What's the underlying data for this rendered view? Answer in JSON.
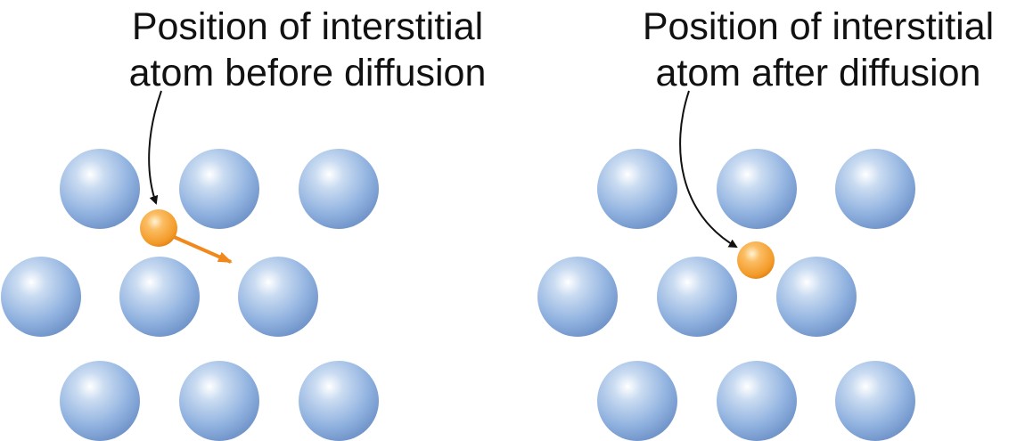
{
  "panels": [
    {
      "id": "before",
      "caption_lines": [
        "Position of interstitial",
        "atom before diffusion"
      ]
    },
    {
      "id": "after",
      "caption_lines": [
        "Position of interstitial",
        "atom after diffusion"
      ]
    }
  ],
  "colors": {
    "host_atom": "#7fa3d6",
    "host_atom_highlight": "#ffffff",
    "interstitial_atom": "#f39a28",
    "interstitial_highlight": "#fff3d6",
    "diffusion_arrow": "#f0881c",
    "pointer_arrow": "#111111"
  }
}
